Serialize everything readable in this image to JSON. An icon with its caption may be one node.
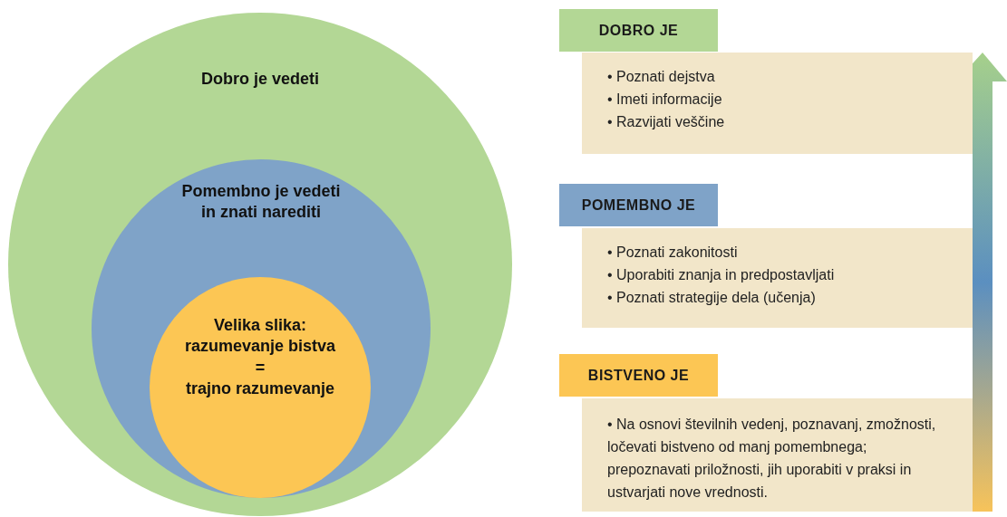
{
  "diagram": {
    "nodes": [
      {
        "text": [
          "Dobro je vedeti"
        ]
      },
      {
        "text": [
          "Pomembno je vedeti in znati narediti"
        ],
        "in": 0
      },
      {
        "text": [
          "Velika slika:",
          "razumevanje bistva",
          "=",
          "trajno razumevanje"
        ],
        "in": 1
      },
      {
        "text": [
          "DOBRO JE"
        ]
      },
      {
        "text": [
          "• Poznati dejstva",
          "• Imeti informacije",
          "• Razvijati veščine"
        ]
      },
      {
        "text": [
          "POMEMBNO JE"
        ]
      },
      {
        "text": [
          "• Poznati zakonitosti",
          "• Uporabiti znanja in predpostavljati",
          "• Poznati strategije dela (učenja)"
        ]
      },
      {
        "text": [
          "BISTVENO JE"
        ]
      },
      {
        "text": [
          "• Na osnovi številnih vedenj, poznavanj, zmožnosti, ločevati bistveno od manj pomembnega; prepoznavati priložnosti, jih uporabiti v praksi in ustvarjati nove vrednosti."
        ]
      }
    ]
  }
}
